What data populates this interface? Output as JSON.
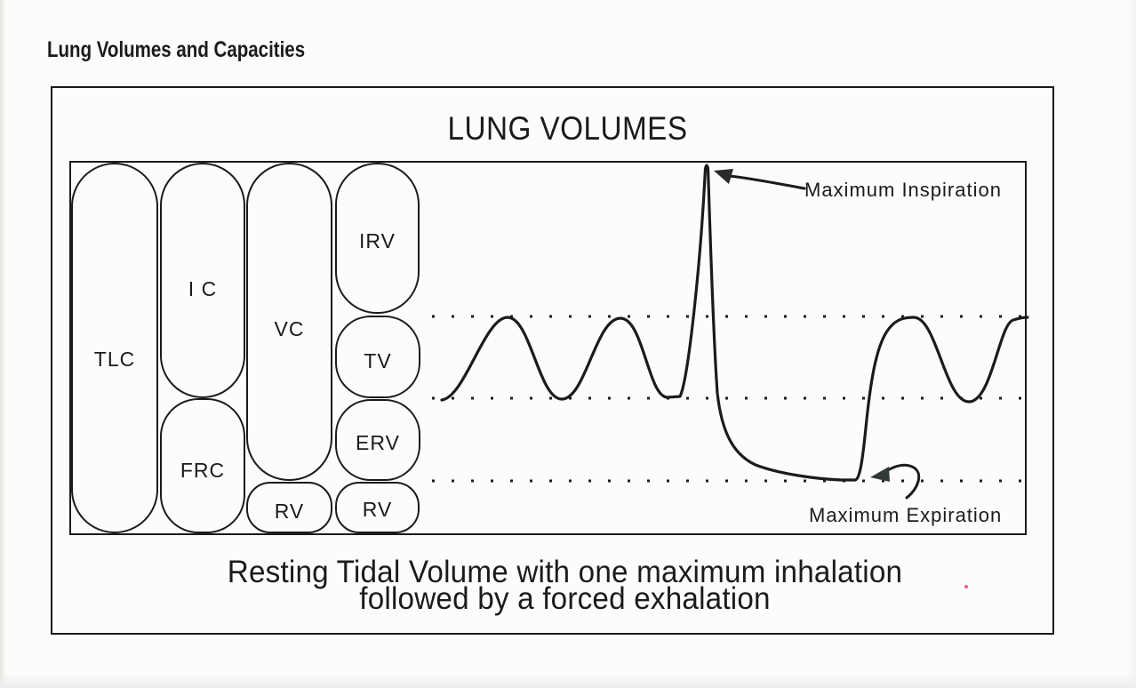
{
  "page": {
    "title": "Lung Volumes and Capacities"
  },
  "figure": {
    "title": "LUNG VOLUMES",
    "blocks": [
      {
        "label": "TLC"
      },
      {
        "label": "I C"
      },
      {
        "label": "FRC"
      },
      {
        "label": "VC"
      },
      {
        "label": "RV"
      },
      {
        "label": "IRV"
      },
      {
        "label": "TV"
      },
      {
        "label": "ERV"
      },
      {
        "label": "RV"
      }
    ],
    "annotations": {
      "inspiration": "Maximum Inspiration",
      "expiration": "Maximum Expiration"
    },
    "caption": {
      "line1": "Resting Tidal Volume with one maximum inhalation",
      "line2": "followed by a forced exhalation"
    },
    "colors": {
      "ink": "#1b1b1b",
      "paper": "#fcfcfa",
      "scan_artifact_pink": "#e8457e"
    }
  }
}
